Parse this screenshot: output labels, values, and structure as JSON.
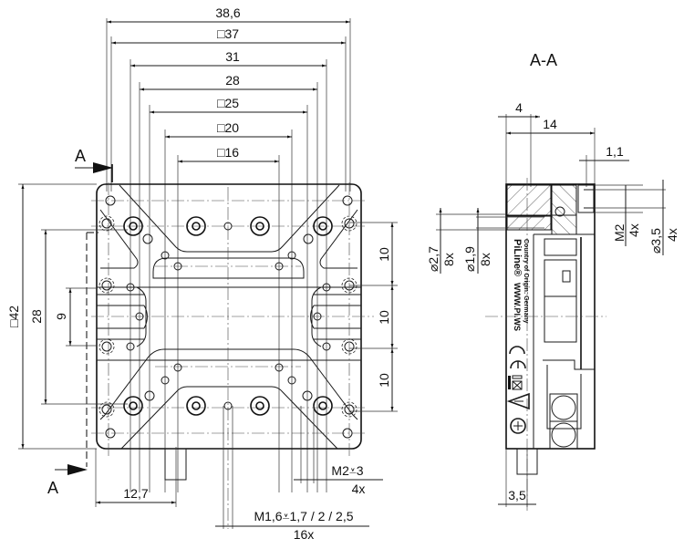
{
  "drawing": {
    "title": "Technical dimension drawing – rotary stage top view and section A-A",
    "section_marker": "A",
    "section_view_title": "A-A"
  },
  "top_view": {
    "horizontal_dims": [
      {
        "label": "38,6"
      },
      {
        "label": "□37"
      },
      {
        "label": "31"
      },
      {
        "label": "28"
      },
      {
        "label": "□25"
      },
      {
        "label": "□20"
      },
      {
        "label": "□16"
      }
    ],
    "vertical_dims_left": [
      {
        "label": "□42"
      },
      {
        "label": "28"
      },
      {
        "label": "9"
      }
    ],
    "vertical_dims_right": [
      {
        "label": "10"
      },
      {
        "label": "10"
      },
      {
        "label": "10"
      }
    ],
    "bottom_dims": {
      "shaft_offset": "12,7",
      "thread_m2": "M2⩡3",
      "thread_m2_count": "4x",
      "thread_m16": "M1,6⩡1,7 / 2 / 2,5",
      "thread_m16_count": "16x"
    }
  },
  "section_view": {
    "top_dims": {
      "d4": "4",
      "d14": "14",
      "d11": "1,1"
    },
    "left_callouts": [
      {
        "label": "⌀2,7",
        "count": "8x"
      },
      {
        "label": "⌀1,9",
        "count": "8x"
      }
    ],
    "right_callouts": [
      {
        "label": "M2",
        "count": "4x"
      },
      {
        "label": "⌀3,5",
        "count": "4x"
      }
    ],
    "bottom_dim": "3,5",
    "marking": {
      "brand": "PiLine®",
      "website": "WWW.PI.WS",
      "origin": "Country of Origin: Germany"
    }
  }
}
